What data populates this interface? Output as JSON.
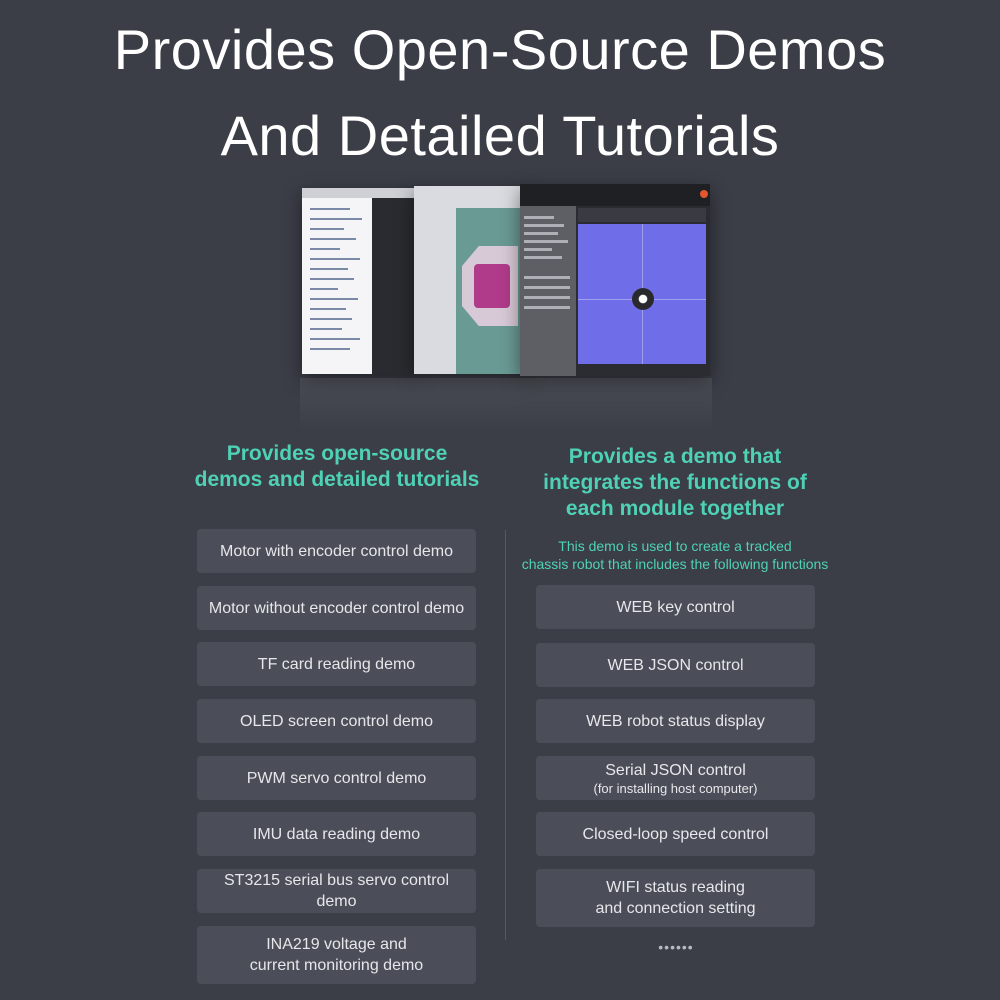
{
  "title": {
    "line1": "Provides Open-Source Demos",
    "line2": "And Detailed Tutorials"
  },
  "left_column": {
    "heading_line1": "Provides open-source",
    "heading_line2": "demos and detailed tutorials",
    "items": [
      {
        "line1": "Motor with encoder control demo"
      },
      {
        "line1": "Motor without encoder control demo"
      },
      {
        "line1": "TF card reading demo"
      },
      {
        "line1": "OLED screen control demo"
      },
      {
        "line1": "PWM servo control demo"
      },
      {
        "line1": "IMU data reading demo"
      },
      {
        "line1": "ST3215 serial bus servo control demo"
      },
      {
        "line1": "INA219 voltage and",
        "line2": "current monitoring demo"
      }
    ]
  },
  "right_column": {
    "heading_line1": "Provides a demo that",
    "heading_line2": "integrates the functions of",
    "heading_line3": "each module together",
    "subtitle_line1": "This demo is used to create a tracked",
    "subtitle_line2": "chassis robot that includes the following functions",
    "items": [
      {
        "line1": "WEB key control"
      },
      {
        "line1": "WEB JSON control"
      },
      {
        "line1": "WEB robot status display"
      },
      {
        "line1": "Serial JSON control",
        "note": "(for installing host computer)"
      },
      {
        "line1": "Closed-loop speed control"
      },
      {
        "line1": "WIFI status reading",
        "line2": "and connection setting"
      }
    ],
    "more": "••••••"
  },
  "colors": {
    "background": "#3b3e47",
    "accent": "#4fd1b5",
    "box": "#4b4e58"
  }
}
